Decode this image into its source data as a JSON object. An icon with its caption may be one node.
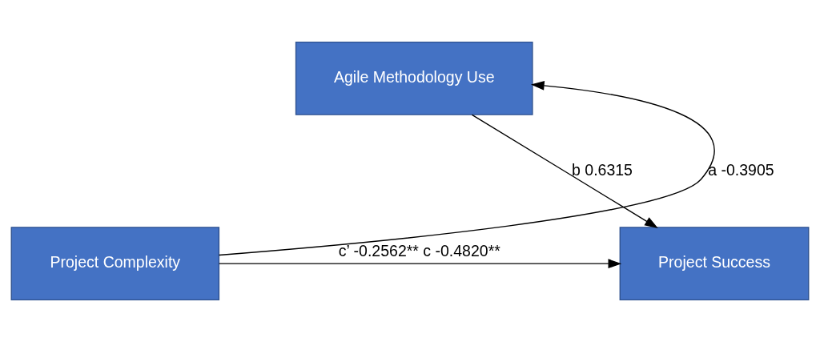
{
  "diagram": {
    "nodes": [
      {
        "text": [
          "Agile Methodology Use"
        ]
      },
      {
        "text": [
          "Project Complexity"
        ]
      },
      {
        "text": [
          "Project Success"
        ]
      }
    ],
    "edges": [
      {
        "from": 1,
        "to": 0,
        "arrow": "to",
        "label": "a -0.3905"
      },
      {
        "from": 0,
        "to": 2,
        "arrow": "to",
        "label": "b 0.6315"
      },
      {
        "from": 1,
        "to": 2,
        "arrow": "to",
        "label": "c’ -0.2562** c -0.4820**"
      }
    ]
  }
}
